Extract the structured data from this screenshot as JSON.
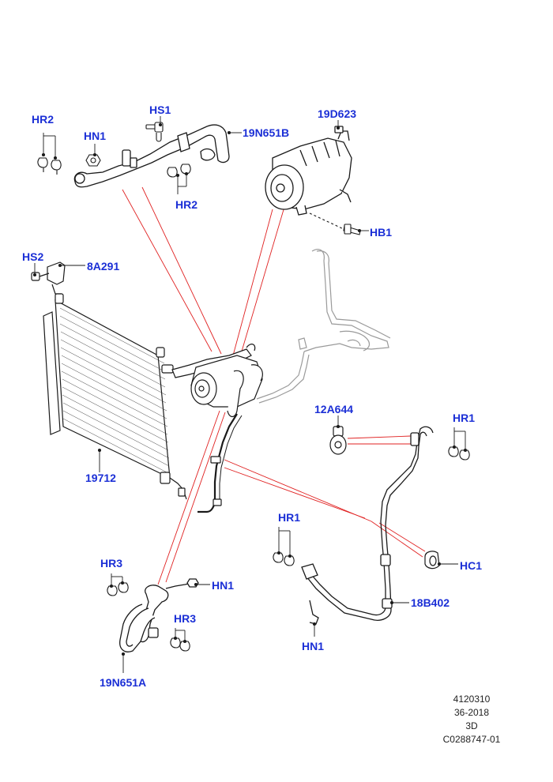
{
  "callouts": [
    {
      "id": "hr2-top",
      "text": "HR2"
    },
    {
      "id": "hn1-top",
      "text": "HN1"
    },
    {
      "id": "hs1",
      "text": "HS1"
    },
    {
      "id": "19n651b",
      "text": "19N651B"
    },
    {
      "id": "hr2-mid",
      "text": "HR2"
    },
    {
      "id": "19d623",
      "text": "19D623"
    },
    {
      "id": "hb1",
      "text": "HB1"
    },
    {
      "id": "hs2",
      "text": "HS2"
    },
    {
      "id": "8a291",
      "text": "8A291"
    },
    {
      "id": "19712",
      "text": "19712"
    },
    {
      "id": "12a644",
      "text": "12A644"
    },
    {
      "id": "hr1-right",
      "text": "HR1"
    },
    {
      "id": "hr1-mid",
      "text": "HR1"
    },
    {
      "id": "hc1",
      "text": "HC1"
    },
    {
      "id": "18b402",
      "text": "18B402"
    },
    {
      "id": "hn1-lower",
      "text": "HN1"
    },
    {
      "id": "hr3-left",
      "text": "HR3"
    },
    {
      "id": "hn1-left",
      "text": "HN1"
    },
    {
      "id": "hr3-right",
      "text": "HR3"
    },
    {
      "id": "19n651a",
      "text": "19N651A"
    }
  ],
  "footer": {
    "line1": "4120310",
    "line2": "36-2018",
    "line3": "3D",
    "line4": "C0288747-01"
  },
  "colors": {
    "callout_text": "#1b2fd6",
    "leader_red": "#e02020",
    "line_art": "#1a1a1a",
    "ghost_art": "#9a9a9a"
  }
}
